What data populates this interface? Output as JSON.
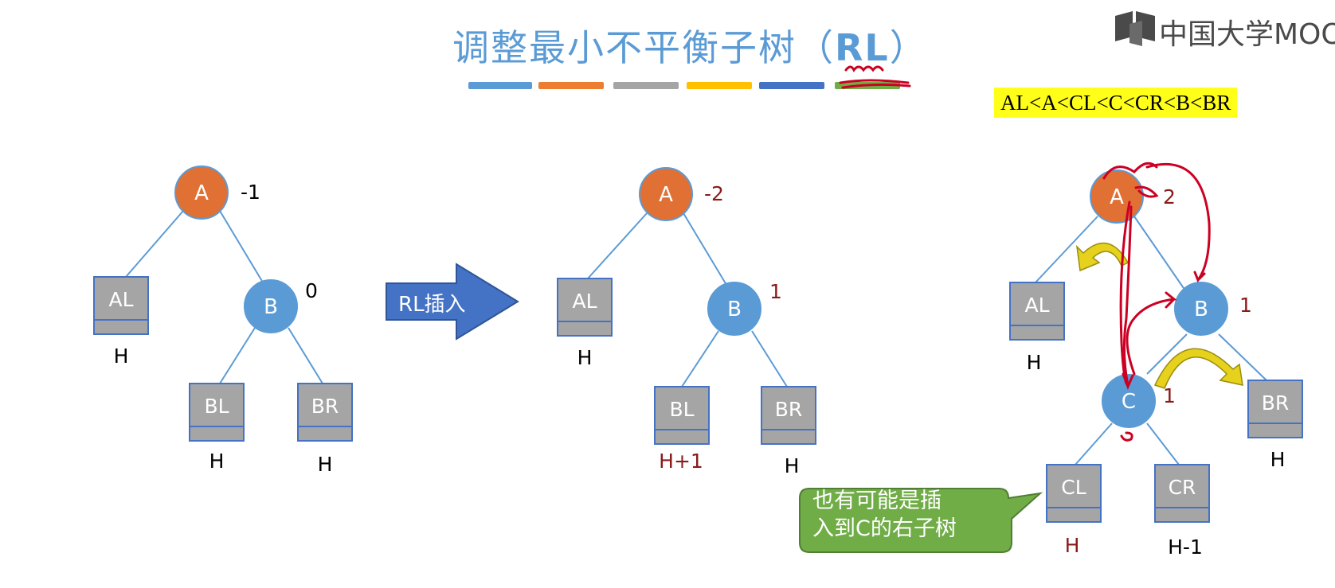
{
  "title": {
    "main": "调整最小不平衡子树（",
    "rl": "RL",
    "close": "）"
  },
  "logo": {
    "text": "中国大学MOOC"
  },
  "order_note": "AL<A<CL<C<CR<B<BR",
  "insert_arrow_label": "RL插入",
  "callout": {
    "line1": "也有可能是插",
    "line2": "入到C的右子树"
  },
  "colors": {
    "orange_node": "#e07033",
    "blue_node": "#5b9bd5",
    "subtree_box": "#a5a5a5",
    "dark_red": "#8b1a1a",
    "annotation_red": "#cc0022",
    "callout_green": "#70ad47",
    "arrow_blue": "#4472c4",
    "yellow_arrow": "#e6d21c"
  },
  "legend_bar_colors": [
    "#5b9bd5",
    "#ed7d31",
    "#a5a5a5",
    "#ffc000",
    "#4472c4",
    "#70ad47"
  ],
  "tree1": {
    "A": {
      "label": "A",
      "bf": "-1"
    },
    "B": {
      "label": "B",
      "bf": "0"
    },
    "AL": {
      "label": "AL",
      "h": "H"
    },
    "BL": {
      "label": "BL",
      "h": "H"
    },
    "BR": {
      "label": "BR",
      "h": "H"
    }
  },
  "tree2": {
    "A": {
      "label": "A",
      "bf": "-2"
    },
    "B": {
      "label": "B",
      "bf": "1"
    },
    "AL": {
      "label": "AL",
      "h": "H"
    },
    "BL": {
      "label": "BL",
      "h": "H+1"
    },
    "BR": {
      "label": "BR",
      "h": "H"
    }
  },
  "tree3": {
    "A": {
      "label": "A",
      "bf": "2"
    },
    "B": {
      "label": "B",
      "bf": "1"
    },
    "C": {
      "label": "C",
      "bf": "1"
    },
    "AL": {
      "label": "AL",
      "h": "H"
    },
    "BR": {
      "label": "BR",
      "h": "H"
    },
    "CL": {
      "label": "CL",
      "h": "H"
    },
    "CR": {
      "label": "CR",
      "h": "H-1"
    }
  }
}
